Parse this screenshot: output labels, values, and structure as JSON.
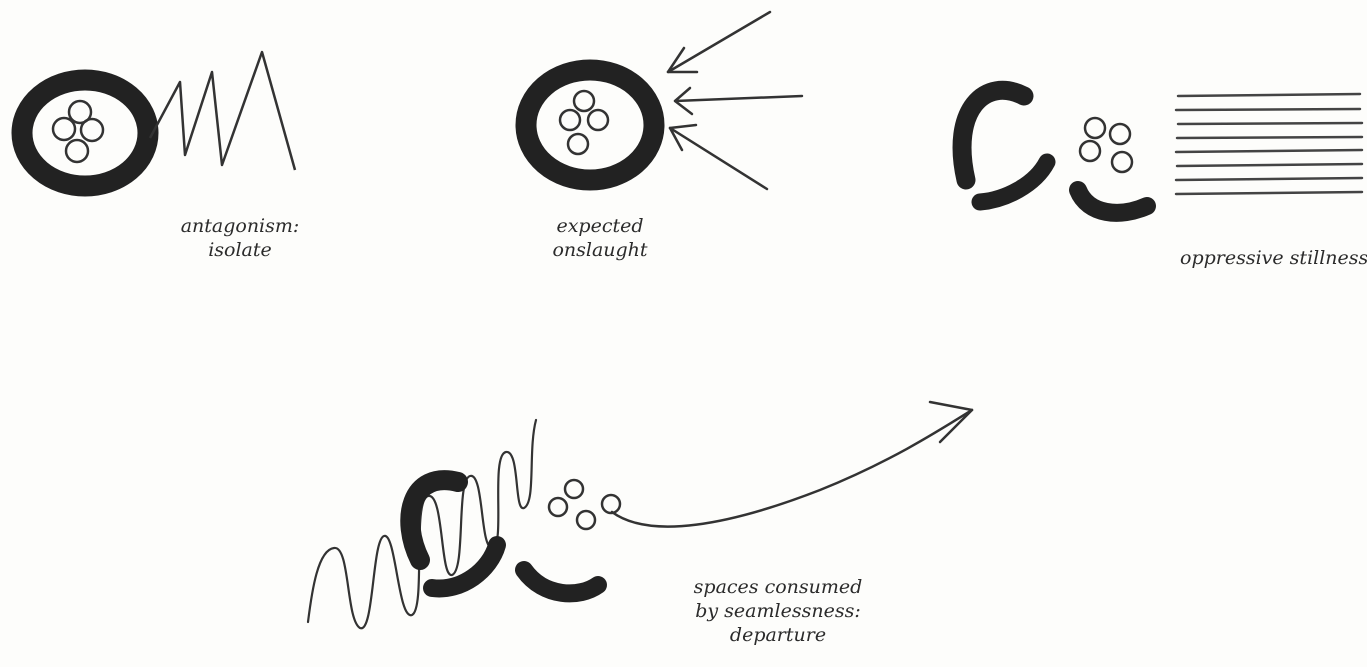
{
  "captions": {
    "antagonism": {
      "line1": "antagonism:",
      "line2": "isolate"
    },
    "onslaught": {
      "line1": "expected",
      "line2": "onslaught"
    },
    "stillness": {
      "line1": "oppressive stillness"
    },
    "departure": {
      "line1": "spaces consumed",
      "line2": "by seamlessness:",
      "line3": "departure"
    }
  },
  "colors": {
    "ink": "#1f1f1f",
    "pencil": "#3a3a3a",
    "paper": "#fdfdfb"
  }
}
